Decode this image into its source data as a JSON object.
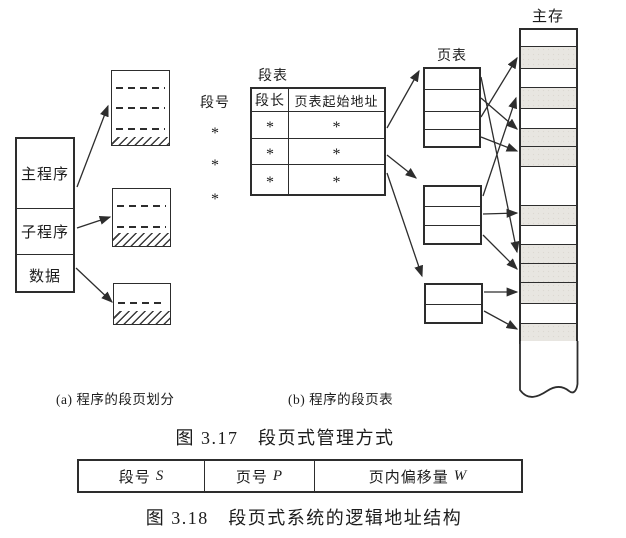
{
  "labels": {
    "main_memory": "主存",
    "page_table": "页表",
    "segment_table": "段表",
    "segment_no": "段号"
  },
  "program_box": {
    "rows": [
      "主程序",
      "子程序",
      "数据"
    ]
  },
  "segment_table": {
    "headers": [
      "段长",
      "页表起始地址"
    ],
    "segment_no_values": [
      "*",
      "*",
      "*"
    ],
    "rows": [
      [
        "*",
        "*"
      ],
      [
        "*",
        "*"
      ],
      [
        "*",
        "*"
      ]
    ]
  },
  "page_tables": [
    {
      "rows": 4
    },
    {
      "rows": 3
    },
    {
      "rows": 2
    }
  ],
  "memory_rows": [
    {
      "shaded": false
    },
    {
      "shaded": true
    },
    {
      "shaded": false
    },
    {
      "shaded": true
    },
    {
      "shaded": false
    },
    {
      "shaded": true
    },
    {
      "shaded": true
    },
    {
      "shaded": false
    },
    {
      "shaded": true
    },
    {
      "shaded": false
    },
    {
      "shaded": true
    },
    {
      "shaded": true
    },
    {
      "shaded": true
    },
    {
      "shaded": false
    },
    {
      "shaded": true
    }
  ],
  "captions": {
    "sub_a": "(a) 程序的段页划分",
    "sub_b": "(b) 程序的段页表",
    "fig17": "图 3.17　段页式管理方式",
    "fig18": "图 3.18　段页式系统的逻辑地址结构"
  },
  "address_table": {
    "cells": [
      {
        "text": "段号",
        "var": "S"
      },
      {
        "text": "页号",
        "var": "P"
      },
      {
        "text": "页内偏移量",
        "var": "W"
      }
    ]
  },
  "arrows": {
    "program_to_segments": [
      [
        77,
        187,
        108,
        106
      ],
      [
        77,
        228,
        110,
        217
      ],
      [
        76,
        268,
        112,
        302
      ]
    ],
    "segment_table_to_page_tables": [
      [
        387,
        128,
        419,
        71
      ],
      [
        387,
        155,
        416,
        178
      ],
      [
        387,
        173,
        422,
        276
      ]
    ],
    "page_tables_to_memory": [
      [
        481,
        77,
        517,
        252
      ],
      [
        481,
        98,
        517,
        129
      ],
      [
        481,
        117,
        517,
        58
      ],
      [
        481,
        137,
        517,
        151
      ],
      [
        483,
        196,
        516,
        98
      ],
      [
        483,
        214,
        517,
        213
      ],
      [
        483,
        235,
        517,
        269
      ],
      [
        484,
        292,
        517,
        292
      ],
      [
        484,
        311,
        517,
        329
      ]
    ]
  },
  "colors": {
    "line": "#2d2d2d",
    "shaded_block": "#e8e6e1",
    "background": "#ffffff"
  }
}
